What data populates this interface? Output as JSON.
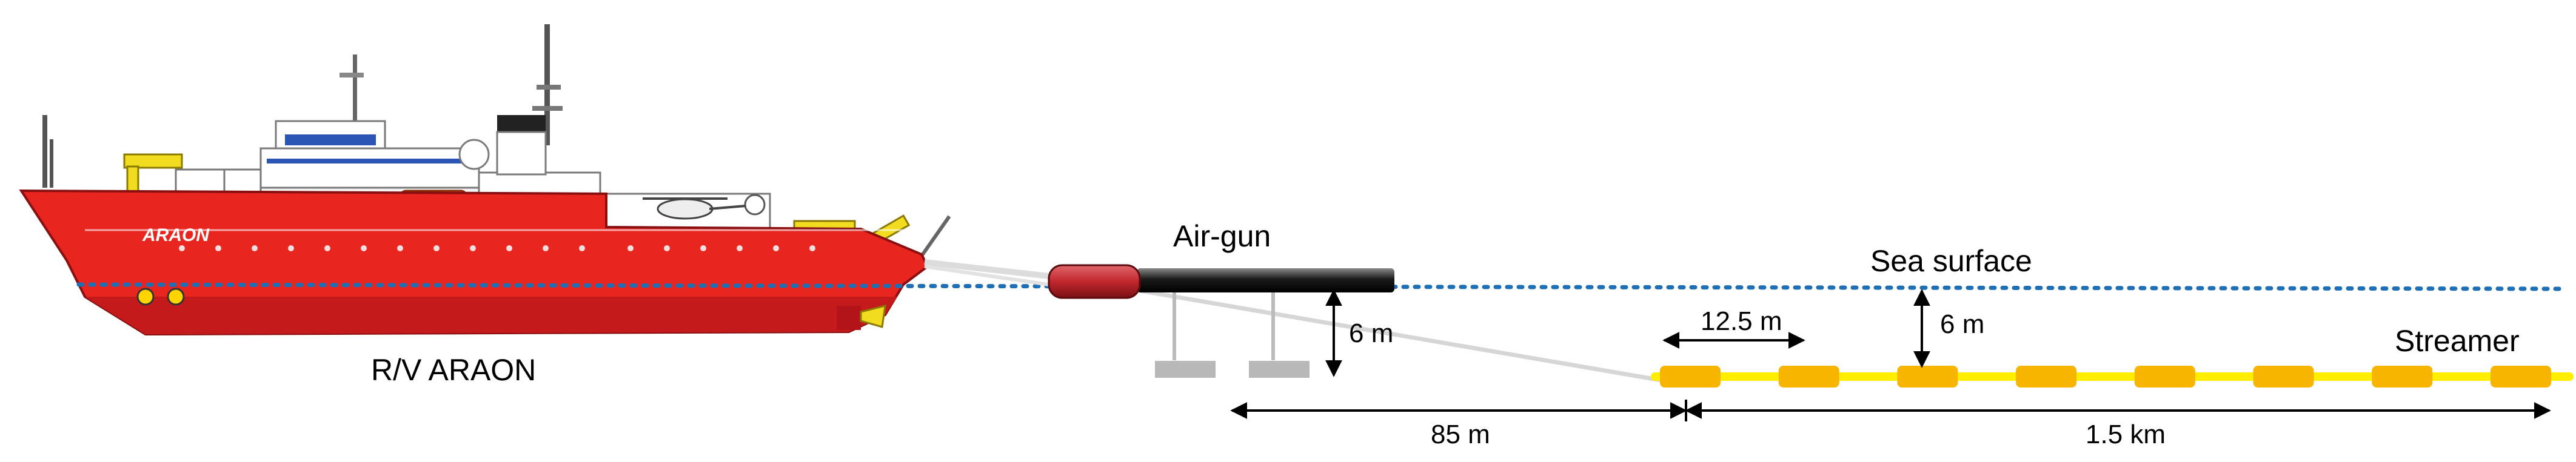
{
  "labels": {
    "vessel": "R/V ARAON",
    "ship_hull_name": "ARAON",
    "airgun": "Air-gun",
    "sea_surface": "Sea surface",
    "streamer": "Streamer",
    "airgun_depth": "6 m",
    "streamer_depth": "6 m",
    "group_interval": "12.5 m",
    "offset": "85 m",
    "streamer_length": "1.5 km"
  },
  "streamer_sections": 8,
  "colors": {
    "hull_red": "#e8261f",
    "hull_dark_red": "#b3141a",
    "superstructure": "#ffffff",
    "crane_yellow": "#f2dc1f",
    "sea_line": "#1f6fb5",
    "streamer_line": "#ffee00",
    "streamer_section": "#f7b500",
    "airgun_body": "#1a1a1a",
    "airgun_cap": "#c0272d",
    "tow_cable": "#d6d6d6",
    "float": "#b8b8b8"
  },
  "icons": [
    "ship-illustration",
    "airgun-array",
    "streamer-cable",
    "dimension-arrow"
  ]
}
